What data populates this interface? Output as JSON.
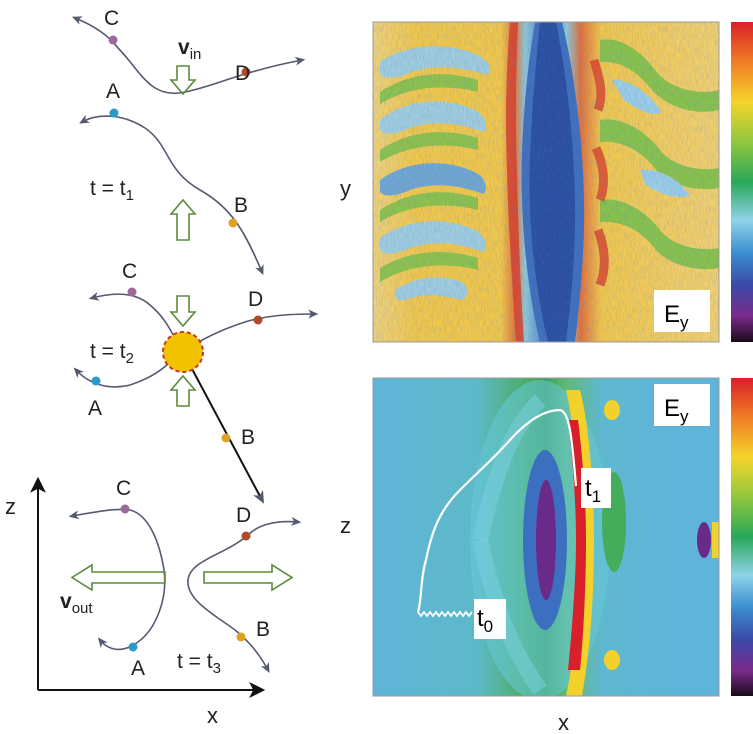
{
  "left": {
    "panel1": {
      "label_c": "C",
      "label_d": "D",
      "label_a": "A",
      "label_b": "B",
      "v_base": "v",
      "v_sub": "in",
      "t_prefix": "t = t",
      "t_sub": "1"
    },
    "panel2": {
      "label_c": "C",
      "label_d": "D",
      "label_a": "A",
      "label_b": "B",
      "t_prefix": "t = t",
      "t_sub": "2"
    },
    "panel3": {
      "label_c": "C",
      "label_d": "D",
      "label_a": "A",
      "label_b": "B",
      "v_base": "v",
      "v_sub": "out",
      "t_prefix": "t = t",
      "t_sub": "3"
    },
    "axes": {
      "z": "z",
      "x": "x"
    }
  },
  "right": {
    "top_plot": {
      "ylabel": "y",
      "field_base": "E",
      "field_sub": "y"
    },
    "bottom_plot": {
      "zlabel": "z",
      "xlabel": "x",
      "field_base": "E",
      "field_sub": "y",
      "t1_base": "t",
      "t1_sub": "1",
      "t0_base": "t",
      "t0_sub": "0"
    }
  },
  "colors": {
    "field_line": "#555a6e",
    "arrow_green": "#5c8a3c",
    "point_c": "#9a6a9a",
    "point_d": "#b04a2a",
    "point_a": "#2a9ac8",
    "point_b": "#e0a020",
    "xpoint": "#f2c200",
    "xpoint_edge": "#c0392b"
  }
}
